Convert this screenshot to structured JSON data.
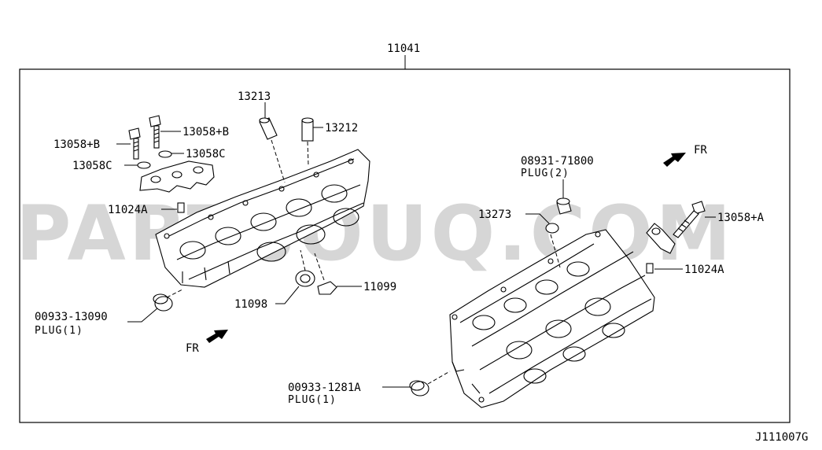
{
  "diagram": {
    "assembly_number": "11041",
    "drawing_code": "J111007G",
    "watermark": "PARTSOUQ.COM",
    "direction_label": "FR",
    "labels": {
      "p13213": "13213",
      "p13212": "13212",
      "p13058b_top": "13058+B",
      "p13058b_left": "13058+B",
      "p13058c_right": "13058C",
      "p13058c_left": "13058C",
      "p11024a_left": "11024A",
      "p00933_13090": "00933-13090",
      "plug1_left": "PLUG(1)",
      "p11098": "11098",
      "p11099": "11099",
      "p08931_71800": "08931-71800",
      "plug2": "PLUG(2)",
      "p13273": "13273",
      "p13058a": "13058+A",
      "p11024a_right": "11024A",
      "p00933_1281a": "00933-1281A",
      "plug1_right": "PLUG(1)"
    }
  }
}
